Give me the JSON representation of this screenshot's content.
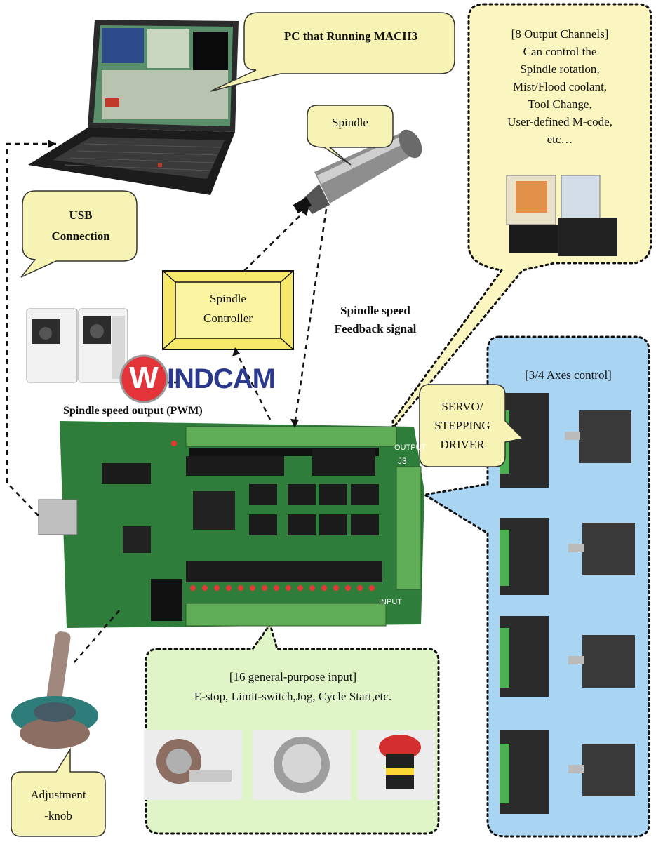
{
  "callouts": {
    "pc_label": "PC that Running MACH3",
    "spindle_label": "Spindle",
    "usb_line1": "USB",
    "usb_line2": "Connection",
    "servo_line1": "SERVO/",
    "servo_line2": "STEPPING",
    "servo_line3": "DRIVER",
    "adjust_line1": "Adjustment",
    "adjust_line2": "-knob"
  },
  "output_region": {
    "lines": [
      "[8 Output Channels]",
      "Can control the",
      "Spindle rotation,",
      "Mist/Flood coolant,",
      "Tool Change,",
      "User-defined M-code,",
      "etc…"
    ]
  },
  "axes_region": {
    "title": "[3/4 Axes control]"
  },
  "input_region": {
    "title": "[16 general-purpose input]",
    "subtitle": "E-stop, Limit-switch,Jog, Cycle Start,etc."
  },
  "controller": {
    "line1": "Spindle",
    "line2": "Controller"
  },
  "labels": {
    "feedback_line1": "Spindle speed",
    "feedback_line2": "Feedback signal",
    "pwm_output": "Spindle speed output (PWM)",
    "board_output": "OUTPUT",
    "board_j3": "J3",
    "board_input": "INPUT"
  },
  "logo": {
    "text": "WINDCAM",
    "mark": "W"
  },
  "colors": {
    "callout_fill": "#f6f3b4",
    "output_region_fill": "#fbf6c0",
    "axes_region_fill": "#a9d4f2",
    "input_region_fill": "#dff5c8",
    "pcb_green": "#2f7d3a",
    "logo_red": "#e3343a",
    "logo_blue": "#2b3a8f",
    "connector_green": "#5fae57"
  }
}
